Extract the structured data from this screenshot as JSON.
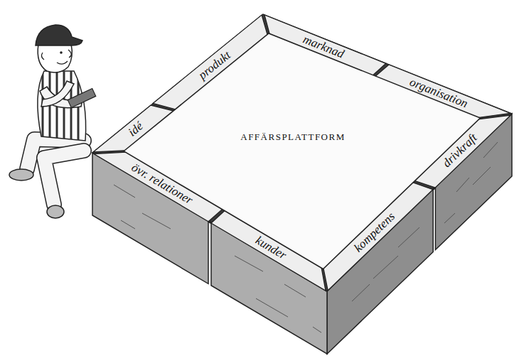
{
  "diagram": {
    "nodes": [
      {
        "text": [
          "AFFÄRSPLATTFORM"
        ]
      },
      {
        "text": [
          "idé"
        ]
      },
      {
        "text": [
          "produkt"
        ]
      },
      {
        "text": [
          "marknad"
        ]
      },
      {
        "text": [
          "organisation"
        ]
      },
      {
        "text": [
          "drivkraft"
        ]
      },
      {
        "text": [
          "kompetens"
        ]
      },
      {
        "text": [
          "kunder"
        ]
      },
      {
        "text": [
          "övr. relationer"
        ]
      }
    ]
  }
}
